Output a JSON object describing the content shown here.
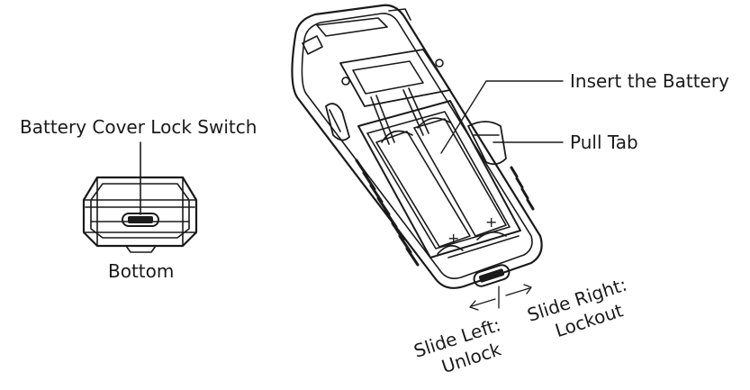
{
  "labels": {
    "lock_switch": "Battery Cover Lock Switch",
    "bottom": "Bottom",
    "insert_battery": "Insert the Battery",
    "pull_tab": "Pull Tab",
    "slide_left_line1": "Slide Left:",
    "slide_left_line2": "Unlock",
    "slide_right_line1": "Slide Right:",
    "slide_right_line2": "Lockout"
  },
  "battery_polarity": [
    "+",
    "+"
  ],
  "colors": {
    "line": "#1a1a1a",
    "background": "#ffffff"
  }
}
